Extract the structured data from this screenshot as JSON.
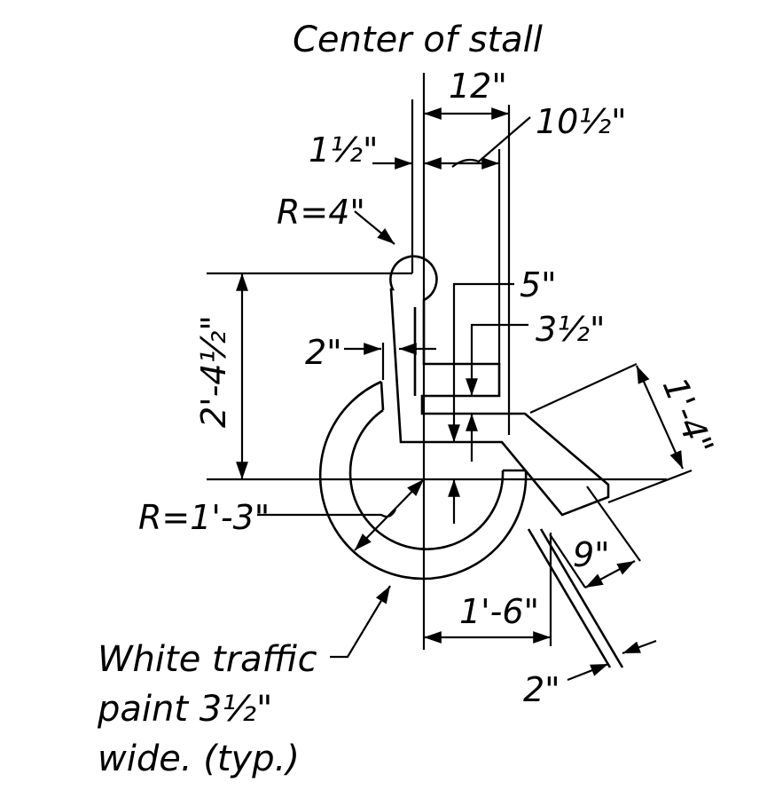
{
  "drawing": {
    "center_label": "Center of stall",
    "dim_12": "12\"",
    "dim_10_half": "10½\"",
    "dim_1_half": "1½\"",
    "dim_r4": "R=4\"",
    "dim_5": "5\"",
    "dim_3_half": "3½\"",
    "dim_2_top": "2\"",
    "dim_2_4_half": "2'-4½\"",
    "dim_1_4": "1'-4\"",
    "dim_r1_3": "R=1'-3\"",
    "dim_9": "9\"",
    "dim_1_6": "1'-6\"",
    "dim_2_bottom": "2\"",
    "note_line1": "White traffic",
    "note_line2": "paint 3½\"",
    "note_line3": "wide. (typ.)"
  }
}
